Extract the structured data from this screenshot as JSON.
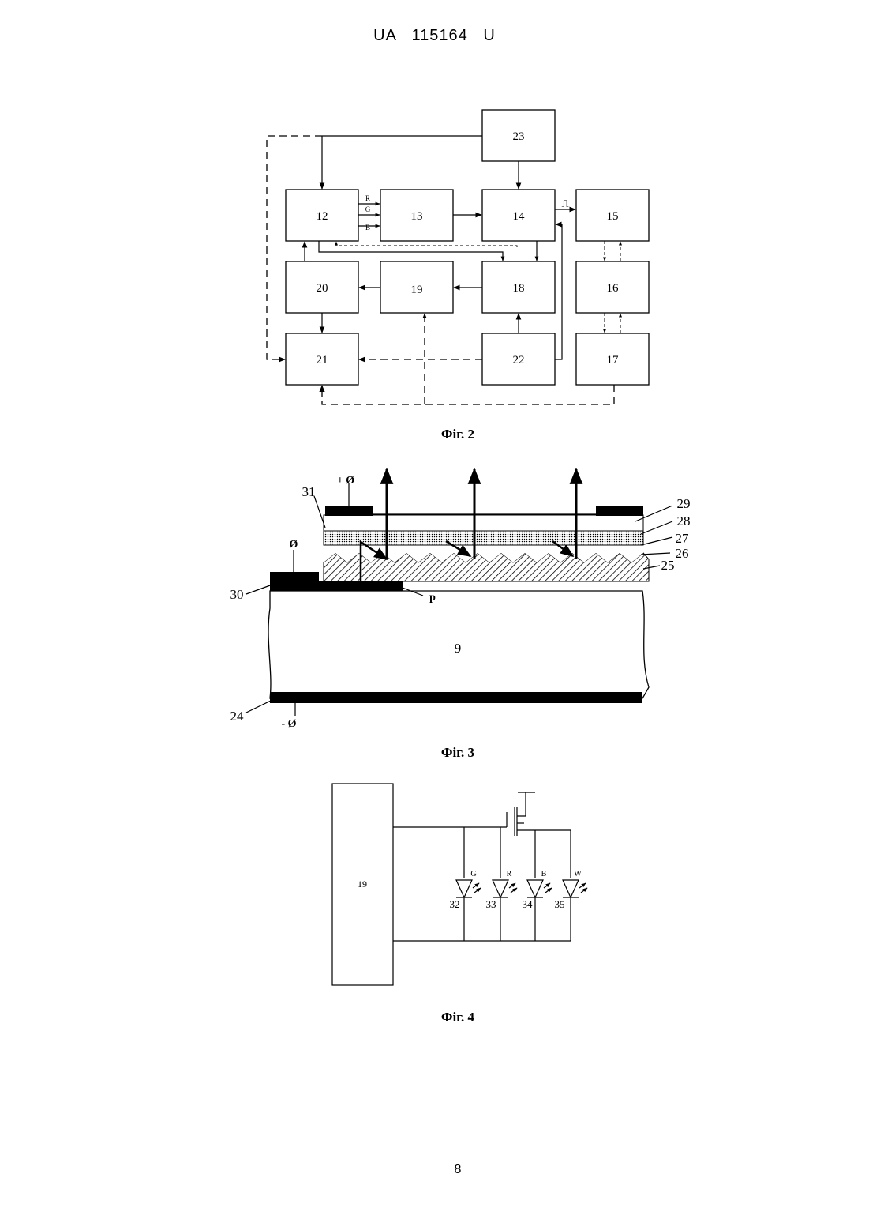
{
  "header": {
    "doc_id": "UA   115164   U"
  },
  "page_number": "8",
  "figure2": {
    "caption": "Фіг. 2",
    "blocks": [
      "12",
      "13",
      "14",
      "15",
      "16",
      "17",
      "18",
      "19",
      "20",
      "21",
      "22",
      "23"
    ],
    "signal_labels": [
      "R",
      "G",
      "B"
    ],
    "pulse_symbol": "⎍"
  },
  "figure3": {
    "caption": "Фіг. 3",
    "labels": {
      "l9": "9",
      "l24": "24",
      "l25": "25",
      "l26": "26",
      "l27": "27",
      "l28": "28",
      "l29": "29",
      "l30": "30",
      "l31": "31",
      "lp": "p"
    },
    "terminals": {
      "plus": "+ Ø",
      "ground": "Ø",
      "minus": "- Ø"
    }
  },
  "figure4": {
    "caption": "Фіг. 4",
    "block": "19",
    "leds": [
      {
        "color_label": "G",
        "ref": "32"
      },
      {
        "color_label": "R",
        "ref": "33"
      },
      {
        "color_label": "B",
        "ref": "34"
      },
      {
        "color_label": "W",
        "ref": "35"
      }
    ]
  }
}
